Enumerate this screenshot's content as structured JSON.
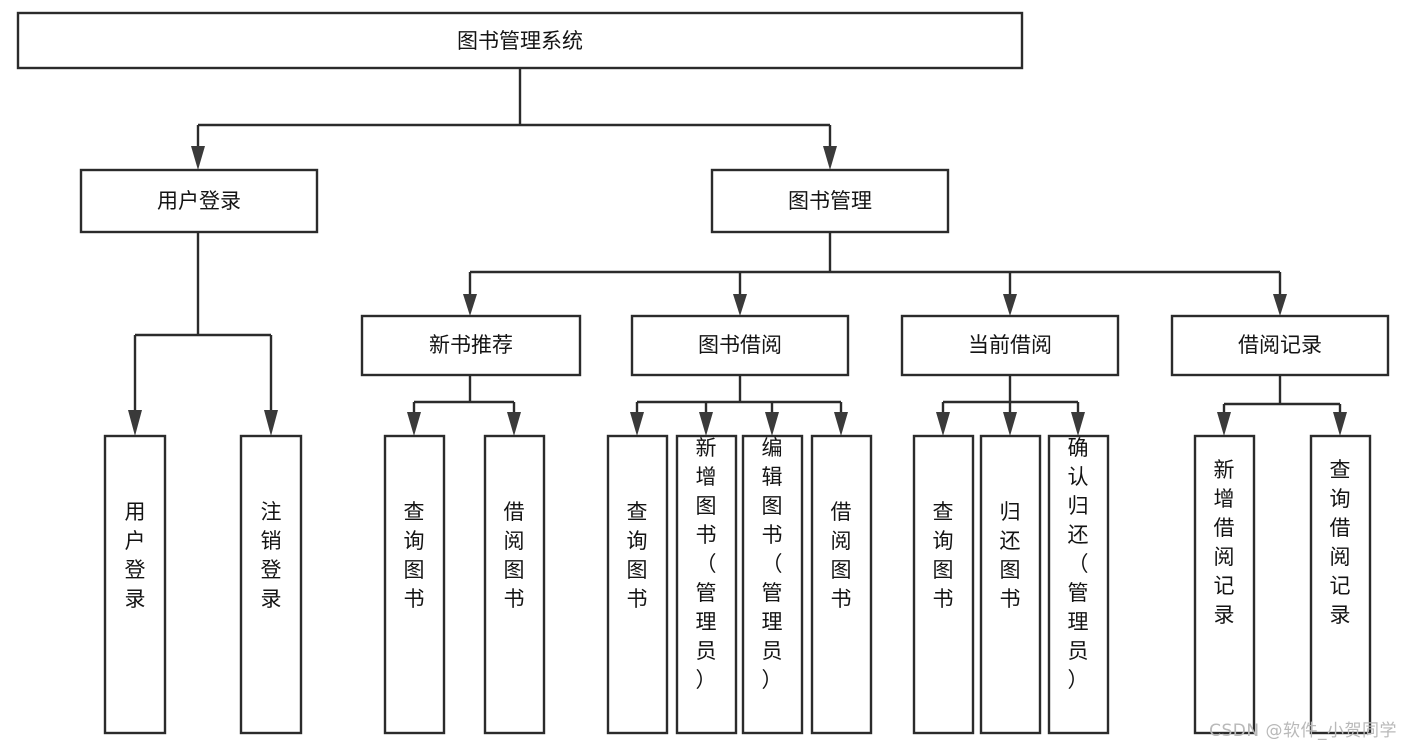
{
  "diagram": {
    "type": "tree",
    "title": "图书管理系统",
    "watermark": "CSDN @软件_小贺同学",
    "colors": {
      "background": "#ffffff",
      "box_fill": "#ffffff",
      "box_stroke": "#2b2b2b",
      "text": "#141414",
      "watermark": "#b9b9b9"
    },
    "levels": {
      "root": {
        "label": "图书管理系统"
      },
      "level2": [
        {
          "label": "用户登录"
        },
        {
          "label": "图书管理"
        }
      ],
      "level3": [
        {
          "label": "新书推荐"
        },
        {
          "label": "图书借阅"
        },
        {
          "label": "当前借阅"
        },
        {
          "label": "借阅记录"
        }
      ],
      "leaves": {
        "user_login": [
          {
            "label": "用户登录"
          },
          {
            "label": "注销登录"
          }
        ],
        "new_book": [
          {
            "label": "查询图书"
          },
          {
            "label": "借阅图书"
          }
        ],
        "book_borrow": [
          {
            "label": "查询图书"
          },
          {
            "label": "新增图书（管理员）"
          },
          {
            "label": "编辑图书（管理员）"
          },
          {
            "label": "借阅图书"
          }
        ],
        "current_borrow": [
          {
            "label": "查询图书"
          },
          {
            "label": "归还图书"
          },
          {
            "label": "确认归还（管理员）"
          }
        ],
        "borrow_record": [
          {
            "label": "新增借阅记录"
          },
          {
            "label": "查询借阅记录"
          }
        ]
      }
    }
  }
}
